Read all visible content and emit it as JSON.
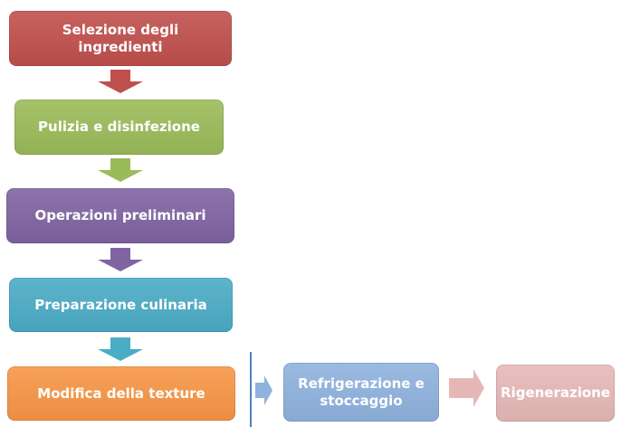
{
  "diagram": {
    "text_color": "#FFFFFF",
    "vertical_steps": [
      {
        "label": "Selezione degli ingredienti",
        "color": "#C0504D"
      },
      {
        "label": "Pulizia e disinfezione",
        "color": "#9BBB59"
      },
      {
        "label": "Operazioni preliminari",
        "color": "#8064A2"
      },
      {
        "label": "Preparazione culinaria",
        "color": "#4BACC6"
      },
      {
        "label": "Modifica della texture",
        "color": "#F79646"
      }
    ],
    "down_arrows": [
      {
        "name": "down-arrow-red",
        "color": "#C0504D"
      },
      {
        "name": "down-arrow-green",
        "color": "#9BBB59"
      },
      {
        "name": "down-arrow-purple",
        "color": "#8064A2"
      },
      {
        "name": "down-arrow-teal",
        "color": "#4BACC6"
      }
    ],
    "divider_color": "#4F81BD",
    "horizontal_steps": [
      {
        "label": "Refrigerazione e stoccaggio",
        "color": "#8FB2DE"
      },
      {
        "label": "Rigenerazione",
        "color": "#E6B9B8"
      }
    ],
    "right_arrows": [
      {
        "name": "right-arrow-blue",
        "color": "#8FB2DE"
      },
      {
        "name": "right-arrow-pink",
        "color": "#E5B8B7"
      }
    ]
  }
}
